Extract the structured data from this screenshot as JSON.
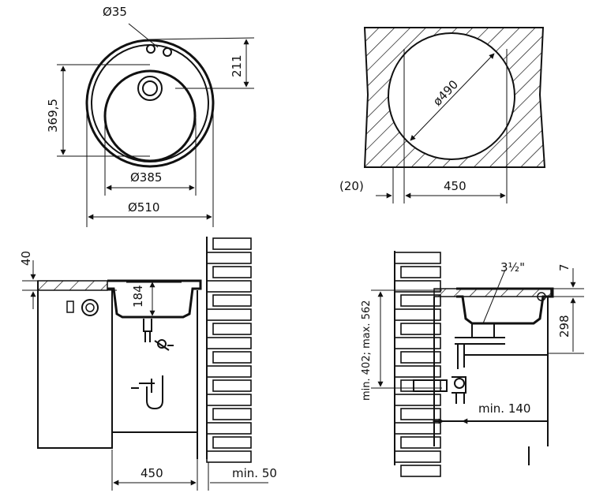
{
  "colors": {
    "line": "#111111",
    "background": "#ffffff"
  },
  "labels": {
    "tap_hole_dia": "Ø35",
    "tap_offset": "211",
    "drain_offset": "369,5",
    "bowl_dia": "Ø385",
    "outer_dia": "Ø510",
    "cutout_dia": "ø490",
    "cutout_gap": "(20)",
    "cabinet_width_top": "450",
    "rim_height": "40",
    "bowl_depth": "184",
    "cabinet_width_bottom": "450",
    "wall_min": "min. 50",
    "waste_size": "3½\"",
    "side_rim": "7",
    "side_depth": "298",
    "side_height_range": "min. 402; max. 562",
    "min_140": "min. 140"
  }
}
